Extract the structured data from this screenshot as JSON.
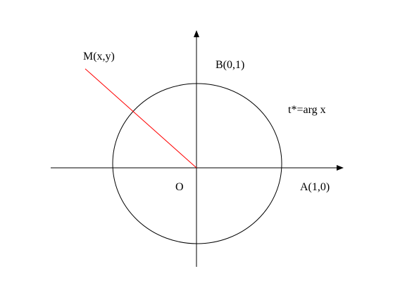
{
  "labels": {
    "point_m": "M(x,y)",
    "point_b": "B(0,1)",
    "formula": "t*=arg x",
    "origin": "O",
    "point_a": "A(1,0)"
  },
  "colors": {
    "stroke": "#000000",
    "segment": "#ff0000",
    "background": "#ffffff"
  }
}
